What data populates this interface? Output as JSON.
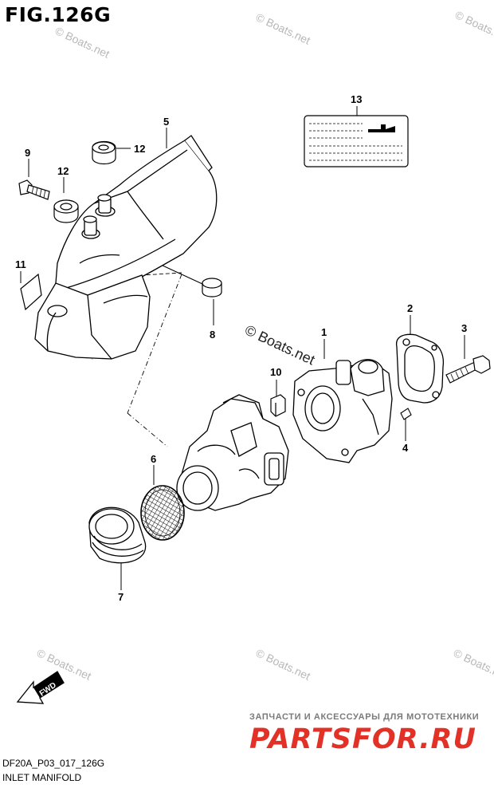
{
  "figure": {
    "title": "FIG.126G",
    "code": "DF20A_P03_017_126G",
    "name": "INLET MANIFOLD"
  },
  "callouts": [
    {
      "id": "1",
      "label": "1"
    },
    {
      "id": "2",
      "label": "2"
    },
    {
      "id": "3",
      "label": "3"
    },
    {
      "id": "4",
      "label": "4"
    },
    {
      "id": "5",
      "label": "5"
    },
    {
      "id": "6",
      "label": "6"
    },
    {
      "id": "7",
      "label": "7"
    },
    {
      "id": "8",
      "label": "8"
    },
    {
      "id": "9",
      "label": "9"
    },
    {
      "id": "10",
      "label": "10"
    },
    {
      "id": "11",
      "label": "11"
    },
    {
      "id": "12a",
      "label": "12"
    },
    {
      "id": "12b",
      "label": "12"
    },
    {
      "id": "13",
      "label": "13"
    }
  ],
  "direction_arrow": "FWD",
  "watermarks": {
    "small": "© Boats.net",
    "large": "© Boats.net"
  },
  "brand": {
    "tagline": "ЗАПЧАСТИ И АКСЕССУАРЫ ДЛЯ МОТОТЕХНИКИ",
    "logo": "PARTSFOR.RU",
    "logo_color": "#e23228"
  }
}
